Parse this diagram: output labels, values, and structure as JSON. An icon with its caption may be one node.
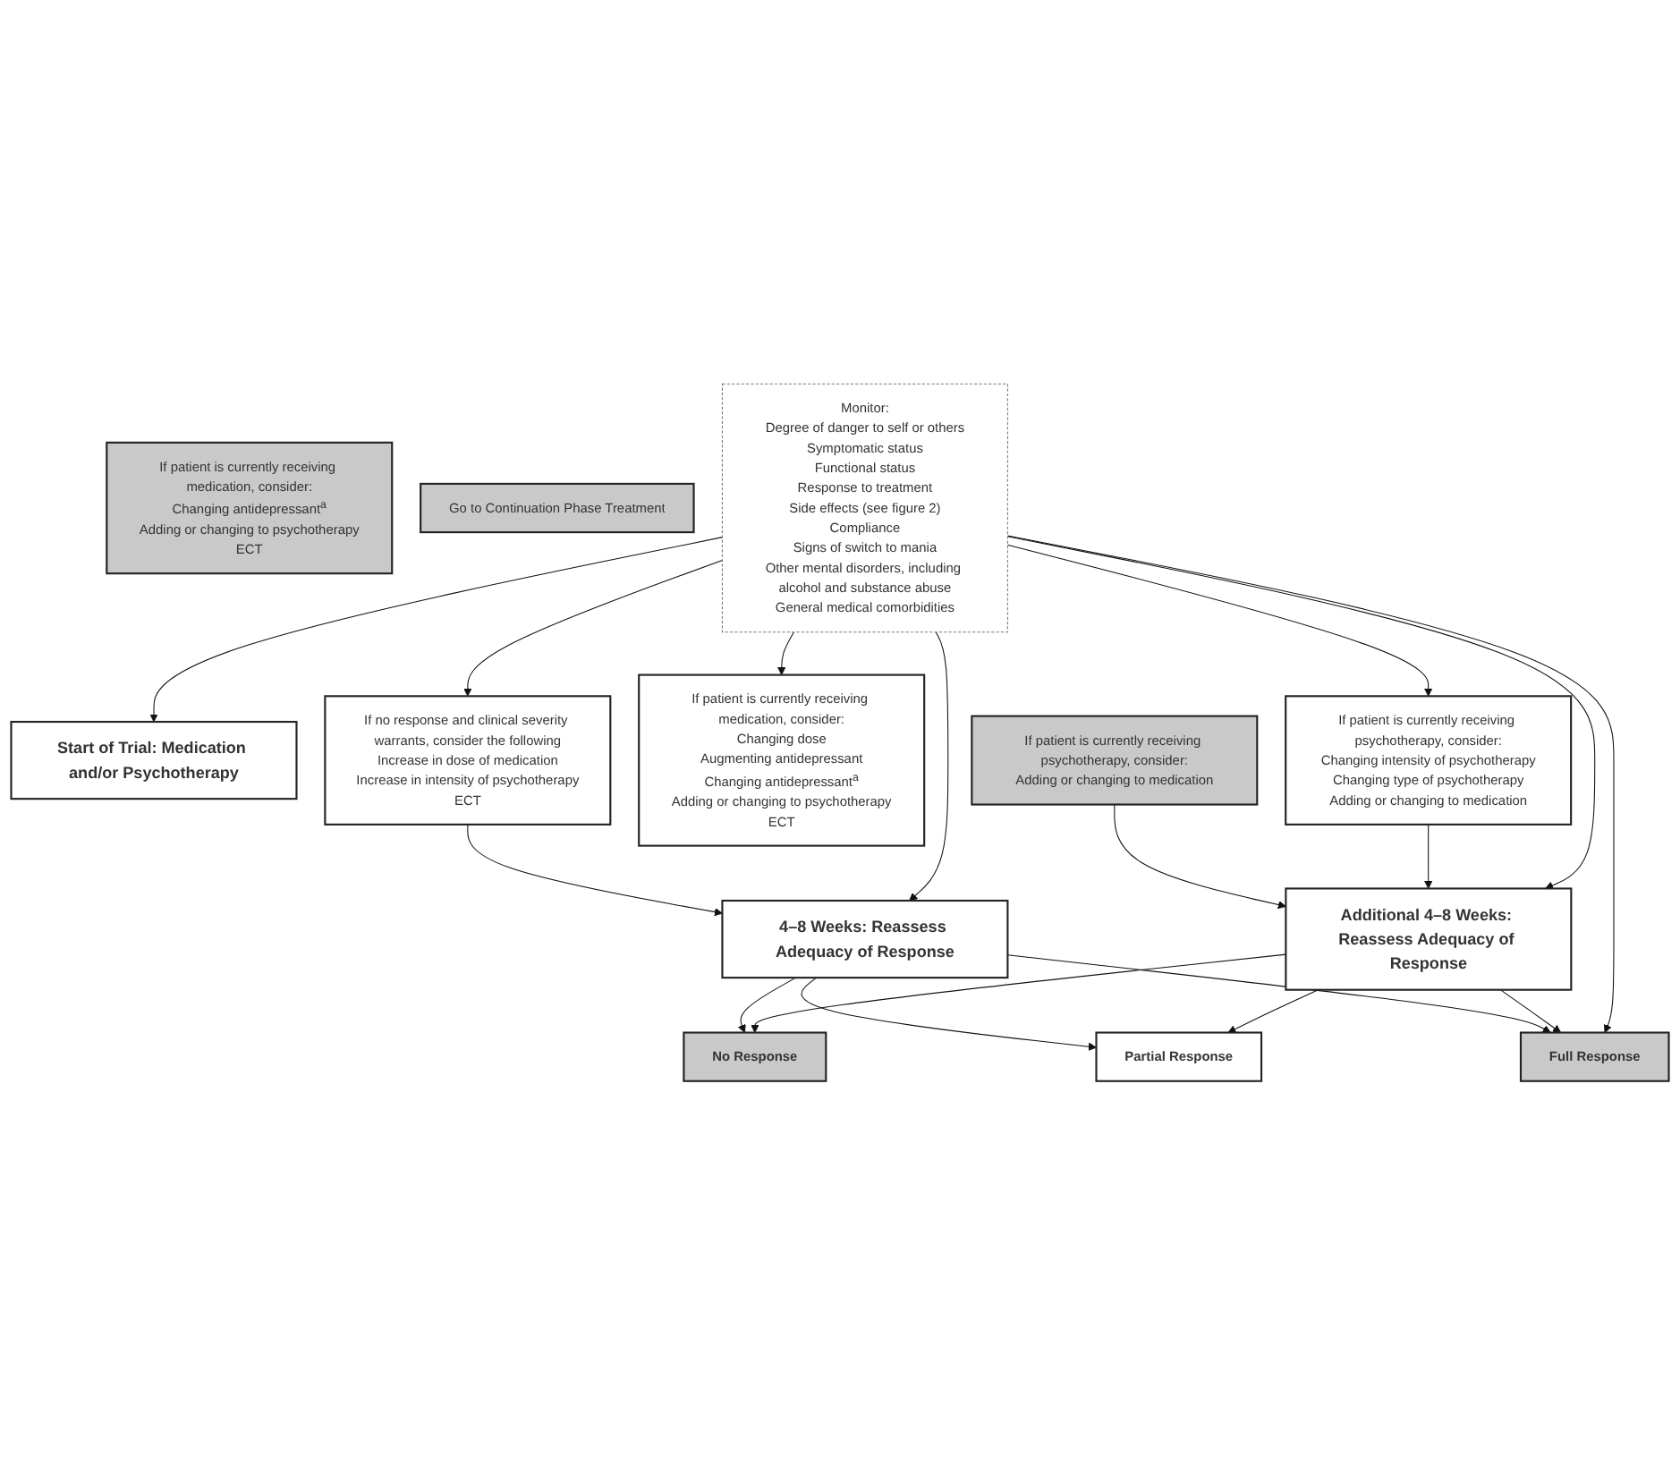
{
  "diagram": {
    "nodes": [
      {
        "text": [
          "Start of Trial: Medication and/or Psychotherapy"
        ]
      },
      {
        "text": [
          "If no response and clinical severity warrants, consider the following",
          "Increase in dose of medication",
          "Increase in intensity of psychotherapy",
          "ECT"
        ]
      },
      {
        "text": [
          "4–8 Weeks: Reassess Adequacy of Response"
        ]
      },
      {
        "text": [
          "No Response"
        ]
      },
      {
        "text": [
          "Partial Response"
        ]
      },
      {
        "text": [
          "Full Response"
        ]
      },
      {
        "text": [
          "If patient is currently receiving medication, consider:",
          "Changing antidepressant$^{a}$",
          "Adding or changing to psychotherapy",
          "ECT"
        ]
      },
      {
        "text": [
          "If patient is currently receiving medication, consider:",
          "Changing dose",
          "Augmenting antidepressant",
          "Changing antidepressant$^{a}$",
          "Adding or changing to psychotherapy",
          "ECT"
        ]
      },
      {
        "text": [
          "Go to Continuation Phase Treatment"
        ]
      },
      {
        "text": [
          "If patient is currently receiving psychotherapy, consider:",
          "Adding or changing to medication"
        ]
      },
      {
        "text": [
          "If patient is currently receiving psychotherapy, consider:",
          "Changing intensity of psychotherapy",
          "Changing type of psychotherapy",
          "Adding or changing to medication"
        ]
      },
      {
        "text": [
          "Additional 4–8 Weeks: Reassess Adequacy of Response"
        ]
      },
      {
        "text": [
          "Monitor:",
          "Degree of danger to self or others",
          "Symptomatic status",
          "Functional status",
          "Response to treatment",
          "Side effects (see figure 2)",
          "Compliance",
          "Signs of switch to mania",
          "Other mental disorders, including alcohol and substance abuse",
          "General medical comorbidities"
        ]
      }
    ],
    "edges": [
      {
        "from": 1,
        "to": 2,
        "arrow": "to"
      },
      {
        "from": 2,
        "to": 3,
        "arrow": "to"
      },
      {
        "from": 2,
        "to": 4,
        "arrow": "to"
      },
      {
        "from": 2,
        "to": 5,
        "arrow": "to"
      },
      {
        "from": 9,
        "to": 11,
        "arrow": "to"
      },
      {
        "from": 10,
        "to": 11,
        "arrow": "to"
      },
      {
        "from": 11,
        "to": 3,
        "arrow": "to"
      },
      {
        "from": 11,
        "to": 4,
        "arrow": "to"
      },
      {
        "from": 11,
        "to": 5,
        "arrow": "to"
      },
      {
        "from": 12,
        "to": 0,
        "arrow": "to"
      },
      {
        "from": 12,
        "to": 1,
        "arrow": "to"
      },
      {
        "from": 12,
        "to": 2,
        "arrow": "to"
      },
      {
        "from": 12,
        "to": 5,
        "arrow": "to"
      },
      {
        "from": 12,
        "to": 7,
        "arrow": "to"
      },
      {
        "from": 12,
        "to": 10,
        "arrow": "to"
      },
      {
        "from": 12,
        "to": 11,
        "arrow": "to"
      }
    ]
  }
}
